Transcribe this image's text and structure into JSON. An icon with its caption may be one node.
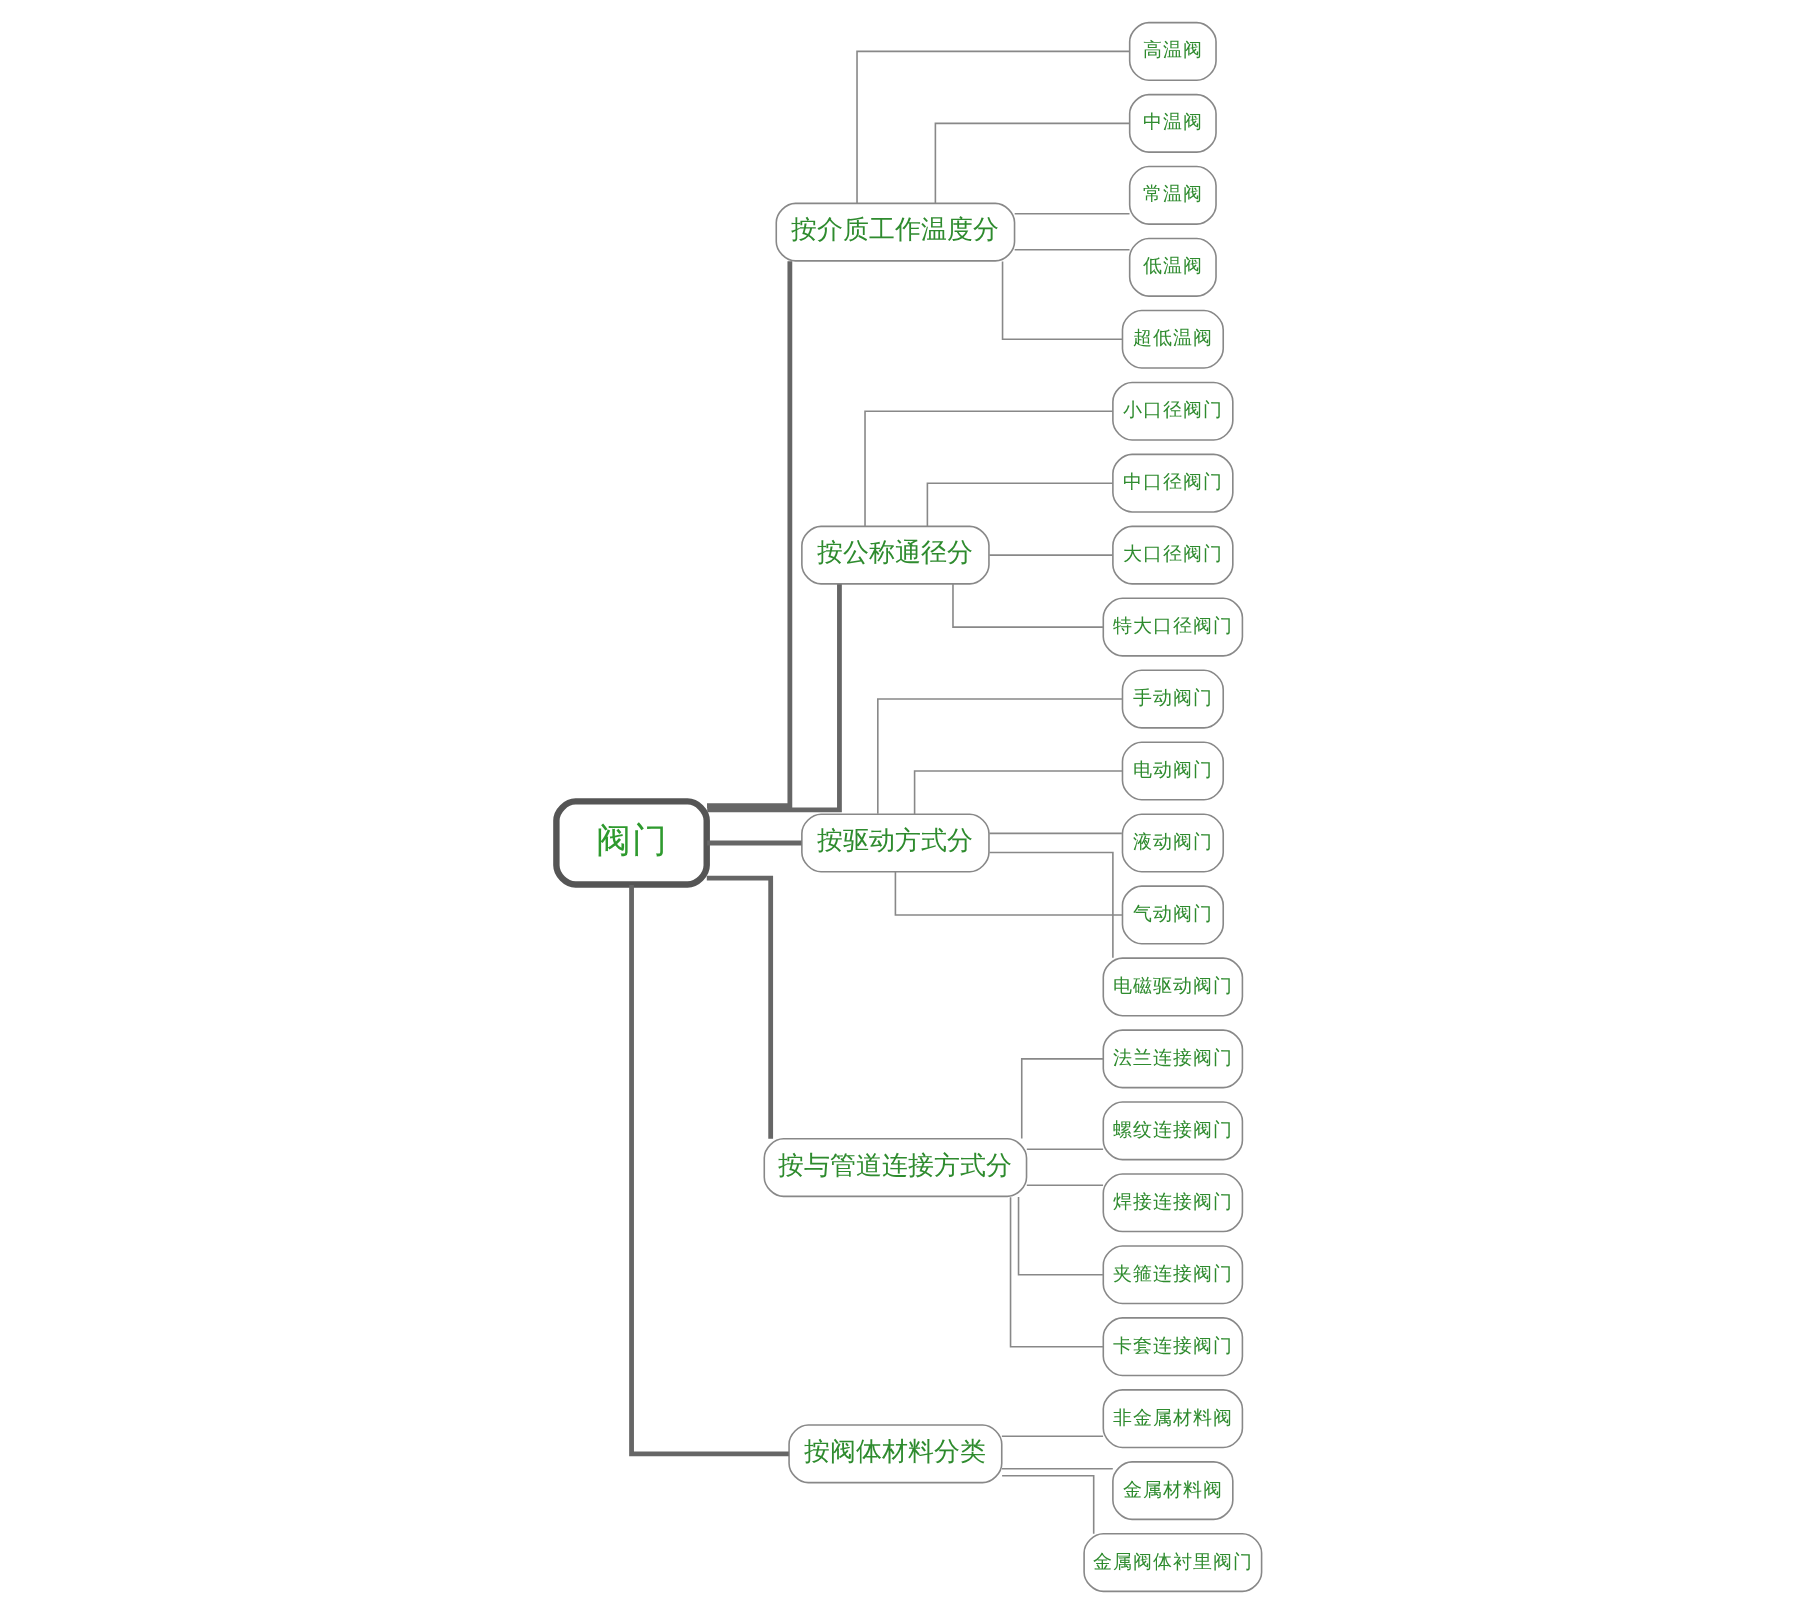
{
  "diagram": {
    "nodes": [
      {
        "text": [
          "阀门"
        ]
      },
      {
        "text": [
          "按介质工作温度分"
        ]
      },
      {
        "text": [
          "高温阀"
        ]
      },
      {
        "text": [
          "中温阀"
        ]
      },
      {
        "text": [
          "常温阀"
        ]
      },
      {
        "text": [
          "低温阀"
        ]
      },
      {
        "text": [
          "超低温阀"
        ]
      },
      {
        "text": [
          "按公称通径分"
        ]
      },
      {
        "text": [
          "小口径阀门"
        ]
      },
      {
        "text": [
          "中口径阀门"
        ]
      },
      {
        "text": [
          "大口径阀门"
        ]
      },
      {
        "text": [
          "特大口径阀门"
        ]
      },
      {
        "text": [
          "按驱动方式分"
        ]
      },
      {
        "text": [
          "手动阀门"
        ]
      },
      {
        "text": [
          "电动阀门"
        ]
      },
      {
        "text": [
          "液动阀门"
        ]
      },
      {
        "text": [
          "气动阀门"
        ]
      },
      {
        "text": [
          "电磁驱动阀门"
        ]
      },
      {
        "text": [
          "按与管道连接方式分"
        ]
      },
      {
        "text": [
          "法兰连接阀门"
        ]
      },
      {
        "text": [
          "螺纹连接阀门"
        ]
      },
      {
        "text": [
          "焊接连接阀门"
        ]
      },
      {
        "text": [
          "夹箍连接阀门"
        ]
      },
      {
        "text": [
          "卡套连接阀门"
        ]
      },
      {
        "text": [
          "按阀体材料分类"
        ]
      },
      {
        "text": [
          "非金属材料阀"
        ]
      },
      {
        "text": [
          "金属材料阀"
        ]
      },
      {
        "text": [
          "金属阀体衬里阀门"
        ]
      }
    ],
    "edges": [
      {
        "from": 0,
        "to": 1,
        "arrow": "none",
        "style": "thick"
      },
      {
        "from": 1,
        "to": 2,
        "arrow": "none"
      },
      {
        "from": 1,
        "to": 3,
        "arrow": "none"
      },
      {
        "from": 1,
        "to": 4,
        "arrow": "none"
      },
      {
        "from": 1,
        "to": 5,
        "arrow": "none"
      },
      {
        "from": 1,
        "to": 6,
        "arrow": "none"
      },
      {
        "from": 0,
        "to": 7,
        "arrow": "none",
        "style": "thick"
      },
      {
        "from": 7,
        "to": 8,
        "arrow": "none"
      },
      {
        "from": 7,
        "to": 9,
        "arrow": "none"
      },
      {
        "from": 7,
        "to": 10,
        "arrow": "none"
      },
      {
        "from": 7,
        "to": 11,
        "arrow": "none"
      },
      {
        "from": 0,
        "to": 12,
        "arrow": "none",
        "style": "thick"
      },
      {
        "from": 12,
        "to": 13,
        "arrow": "none"
      },
      {
        "from": 12,
        "to": 14,
        "arrow": "none"
      },
      {
        "from": 12,
        "to": 15,
        "arrow": "none"
      },
      {
        "from": 12,
        "to": 16,
        "arrow": "none"
      },
      {
        "from": 12,
        "to": 17,
        "arrow": "none"
      },
      {
        "from": 0,
        "to": 18,
        "arrow": "none",
        "style": "thick"
      },
      {
        "from": 18,
        "to": 19,
        "arrow": "none"
      },
      {
        "from": 18,
        "to": 20,
        "arrow": "none"
      },
      {
        "from": 18,
        "to": 21,
        "arrow": "none"
      },
      {
        "from": 18,
        "to": 22,
        "arrow": "none"
      },
      {
        "from": 18,
        "to": 23,
        "arrow": "none"
      },
      {
        "from": 0,
        "to": 24,
        "arrow": "none",
        "style": "thick"
      },
      {
        "from": 24,
        "to": 25,
        "arrow": "none"
      },
      {
        "from": 24,
        "to": 26,
        "arrow": "none"
      },
      {
        "from": 24,
        "to": 27,
        "arrow": "none"
      }
    ]
  }
}
